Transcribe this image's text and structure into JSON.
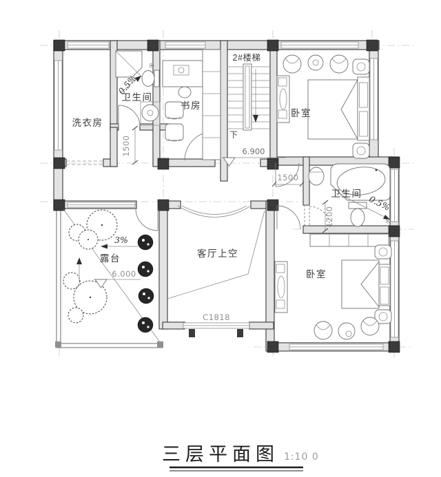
{
  "plan": {
    "title": "三层平面图",
    "scale": "1:10 0",
    "rooms": {
      "laundry": "洗衣房",
      "bath_top": "卫生间",
      "study": "书房",
      "stairs": "2#楼梯",
      "bedroom_top": "卧室",
      "bath_right": "卫生间",
      "bedroom_bottom": "卧室",
      "living_void": "客厅上空",
      "terrace": "露台"
    },
    "dims": {
      "hall_width": "1500",
      "entry_width": "1500",
      "bath_width": "1200"
    },
    "elevations": {
      "stair_landing": "6.900",
      "terrace": "6.000"
    },
    "slopes": {
      "bath_top": "0.5%",
      "bath_right": "0.5%",
      "terrace": "3%"
    },
    "marks": {
      "stair_down": "下",
      "window_tag": "C1818"
    },
    "colors": {
      "ink": "#3a3a3a",
      "wall_fill": "#e3e3e3",
      "dim_gray": "#909090"
    }
  }
}
